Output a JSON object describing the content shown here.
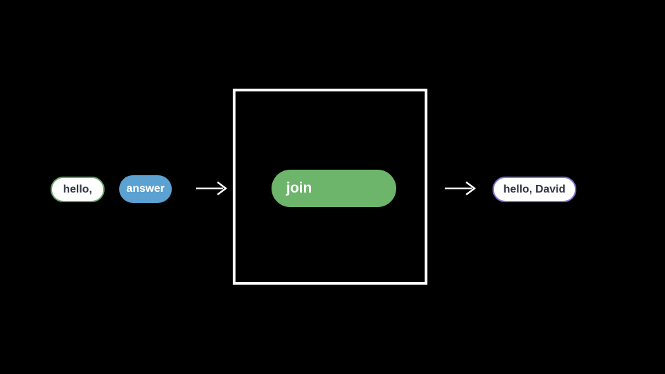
{
  "diagram": {
    "background": "#000000",
    "arrow_color": "#ffffff",
    "inputs": [
      {
        "label": "hello,",
        "fill": "#ffffff",
        "border": "#60a65e",
        "text_color": "#333646"
      },
      {
        "label": "answer",
        "fill": "#5ba1d1",
        "text_color": "#ffffff"
      }
    ],
    "machine": {
      "block_label": "join",
      "block_fill": "#6db56a",
      "block_text_color": "#ffffff",
      "box_border": "#ffffff",
      "box_fill": "#000000"
    },
    "output": {
      "label": "hello, David",
      "fill": "#ffffff",
      "border": "#8172d8",
      "text_color": "#333646"
    }
  }
}
